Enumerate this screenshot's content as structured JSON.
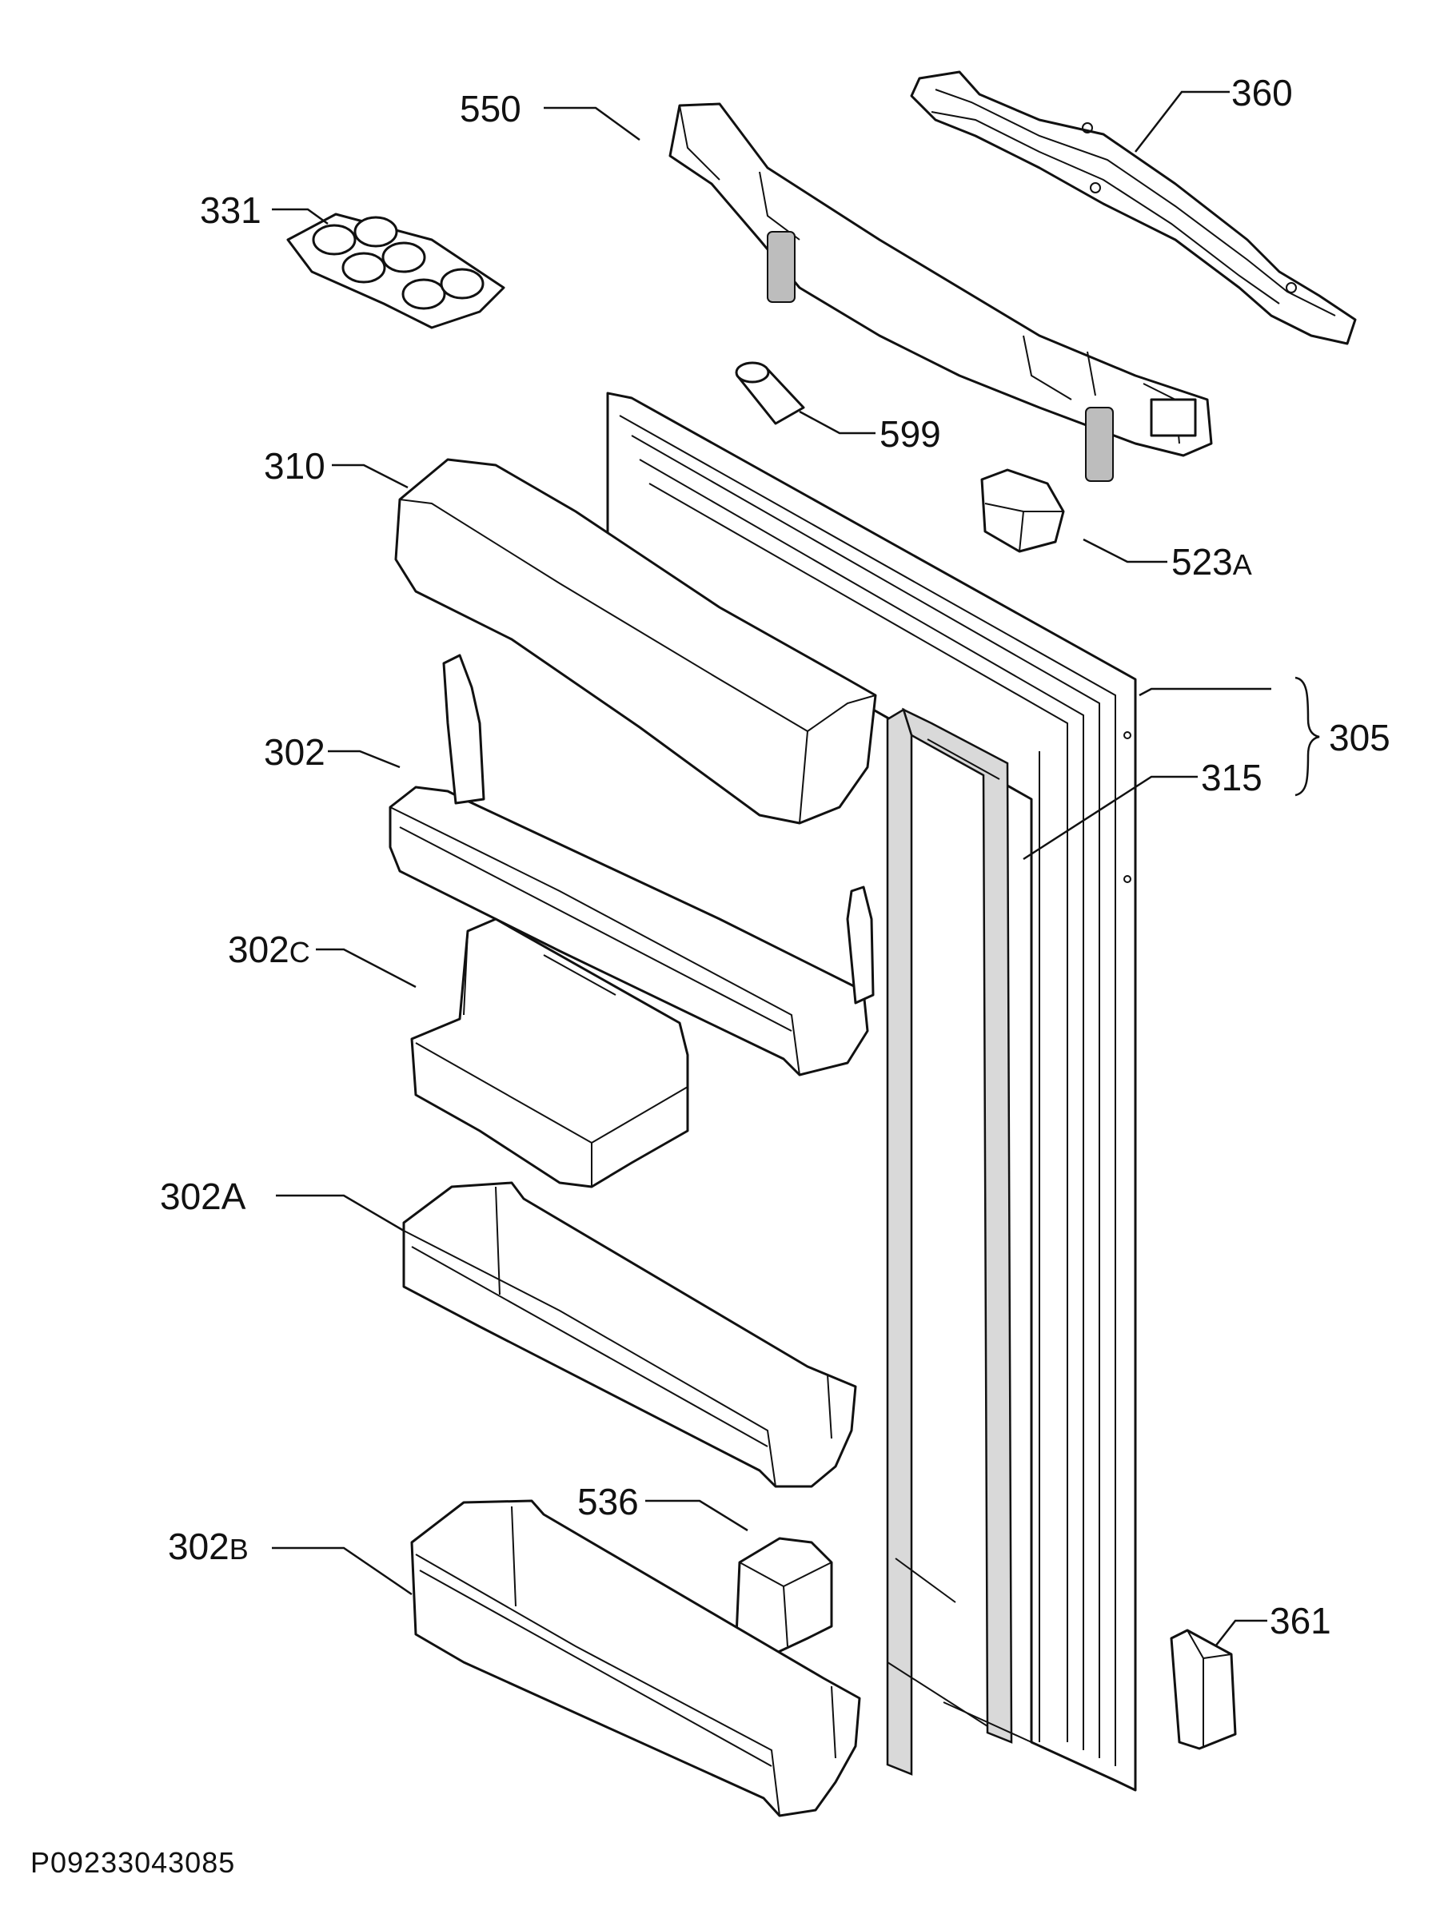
{
  "diagram": {
    "labels": {
      "l550": {
        "num": "550",
        "suffix": ""
      },
      "l360": {
        "num": "360",
        "suffix": ""
      },
      "l331": {
        "num": "331",
        "suffix": ""
      },
      "l599": {
        "num": "599",
        "suffix": ""
      },
      "l310": {
        "num": "310",
        "suffix": ""
      },
      "l523": {
        "num": "523",
        "suffix": "A"
      },
      "l305": {
        "num": "305",
        "suffix": ""
      },
      "l315": {
        "num": "315",
        "suffix": ""
      },
      "l302": {
        "num": "302",
        "suffix": ""
      },
      "l302c": {
        "num": "302",
        "suffix": "C"
      },
      "l302a": {
        "num": "302A",
        "suffix": ""
      },
      "l536": {
        "num": "536",
        "suffix": ""
      },
      "l302b": {
        "num": "302",
        "suffix": "B"
      },
      "l361": {
        "num": "361",
        "suffix": ""
      }
    },
    "document_id": "P09233043085"
  }
}
